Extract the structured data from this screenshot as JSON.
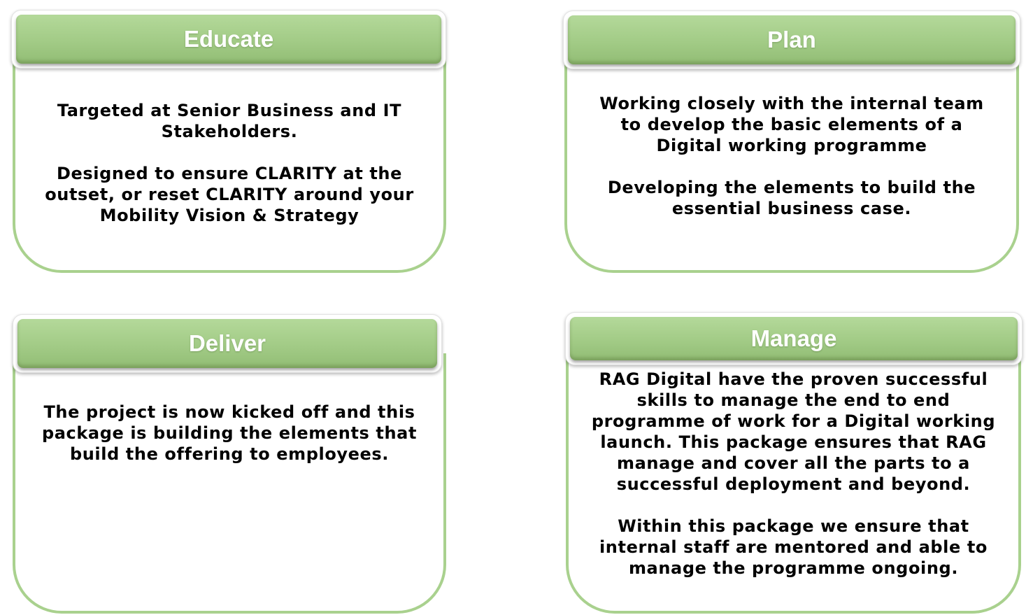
{
  "theme": {
    "accent": "#a9d18e",
    "header_fill": "#a2cb86",
    "header_text": "#ffffff",
    "body_text": "#000000"
  },
  "cards": [
    {
      "title": "Educate",
      "paragraphs": [
        "Targeted at Senior Business and IT\nStakeholders.",
        "Designed to ensure CLARITY at the\noutset, or reset CLARITY around your\nMobility Vision & Strategy"
      ]
    },
    {
      "title": "Plan",
      "paragraphs": [
        "Working closely with the internal team\nto develop the basic elements of a\nDigital working programme",
        "Developing the elements to build the\nessential business case."
      ]
    },
    {
      "title": "Deliver",
      "paragraphs": [
        "The project is now kicked off and this\npackage is building the elements that\nbuild the offering to employees."
      ]
    },
    {
      "title": "Manage",
      "paragraphs": [
        "RAG Digital have the proven successful\nskills to manage the end to end\nprogramme of work for a Digital working\nlaunch.  This package ensures that RAG\nmanage and cover all the parts to a\nsuccessful deployment and beyond.",
        "Within this package we ensure that\ninternal staff are mentored and able to\nmanage the programme ongoing."
      ]
    }
  ]
}
